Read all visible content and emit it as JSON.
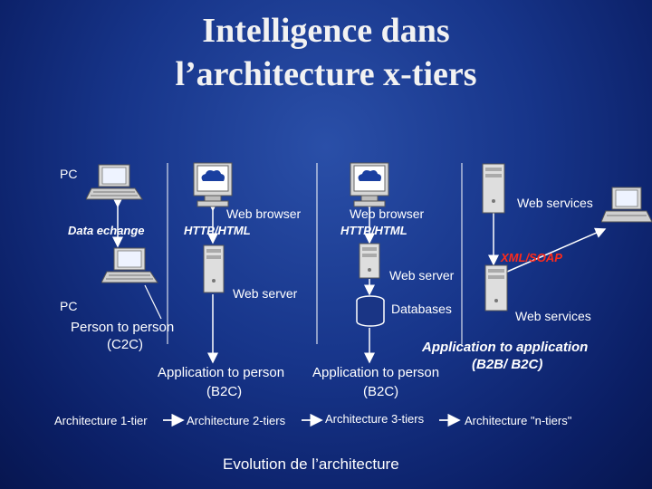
{
  "title_line1": "Intelligence dans",
  "title_line2": "l’architecture x-tiers",
  "labels": {
    "pc_top": "PC",
    "data_exchange": "Data echange",
    "web_browser_1": "Web browser",
    "http_html_1": "HTTP/HTML",
    "web_browser_2": "Web browser",
    "http_html_2": "HTTP/HTML",
    "web_services_top": "Web services",
    "xml_soap": "XML/SOAP",
    "web_server_1": "Web server",
    "web_server_2": "Web server",
    "pc_bottom": "PC",
    "databases": "Databases",
    "web_services_bottom": "Web services",
    "person_to_person_1": "Person to person",
    "person_to_person_2": "(C2C)",
    "app_to_app_1": "Application to application",
    "app_to_app_2": "(B2B/ B2C)",
    "app_to_person_1a": "Application to person",
    "app_to_person_1b": "(B2C)",
    "app_to_person_2a": "Application to person",
    "app_to_person_2b": "(B2C)"
  },
  "architectures": {
    "tier1": "Architecture 1-tier",
    "tier2": "Architecture 2-tiers",
    "tier3": "Architecture 3-tiers",
    "ntier": "Architecture \"n-tiers\""
  },
  "evolution": "Evolution de l’architecture",
  "colors": {
    "background": "#17358a",
    "text": "#ffffff",
    "accent_red": "#ff2a1a",
    "separator": "#ffffff"
  }
}
